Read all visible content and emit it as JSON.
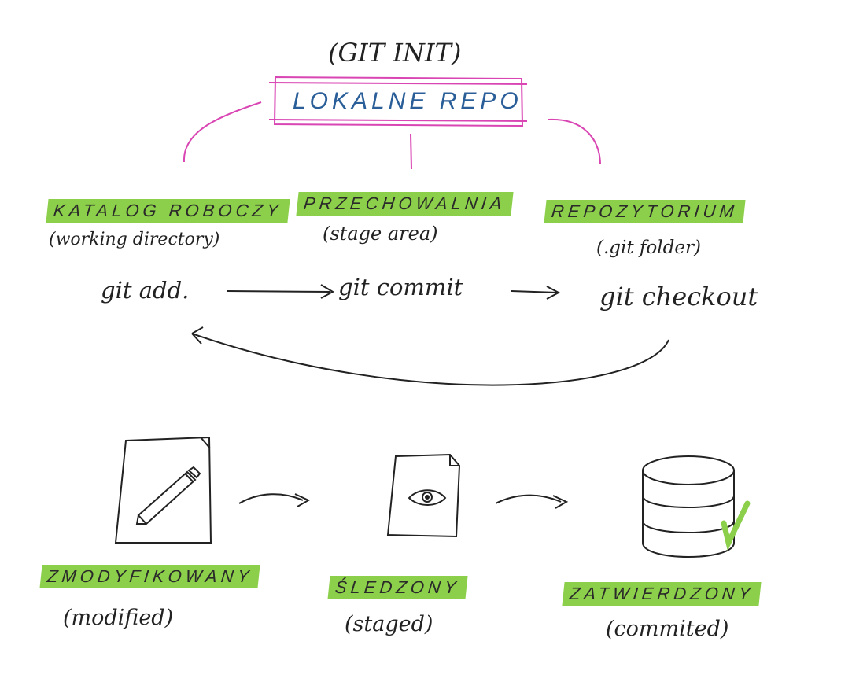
{
  "top": {
    "command": "(GIT INIT)",
    "title": "LOKALNE REPO"
  },
  "areas": [
    {
      "label": "KATALOG ROBOCZY",
      "sublabel": "(working directory)"
    },
    {
      "label": "PRZECHOWALNIA",
      "sublabel": "(stage area)"
    },
    {
      "label": "REPOZYTORIUM",
      "sublabel": "(.git folder)"
    }
  ],
  "commands": [
    "git add.",
    "git commit",
    "git checkout"
  ],
  "states": [
    {
      "label": "ZMODYFIKOWANY",
      "sublabel": "(modified)",
      "icon": "pencil-document-icon"
    },
    {
      "label": "ŚLEDZONY",
      "sublabel": "(staged)",
      "icon": "eye-document-icon"
    },
    {
      "label": "ZATWIERDZONY",
      "sublabel": "(commited)",
      "icon": "database-check-icon"
    }
  ],
  "colors": {
    "highlight": "#8ccf4a",
    "magenta": "#d946b4",
    "blue_ink": "#2a5e98",
    "ink": "#222222"
  }
}
